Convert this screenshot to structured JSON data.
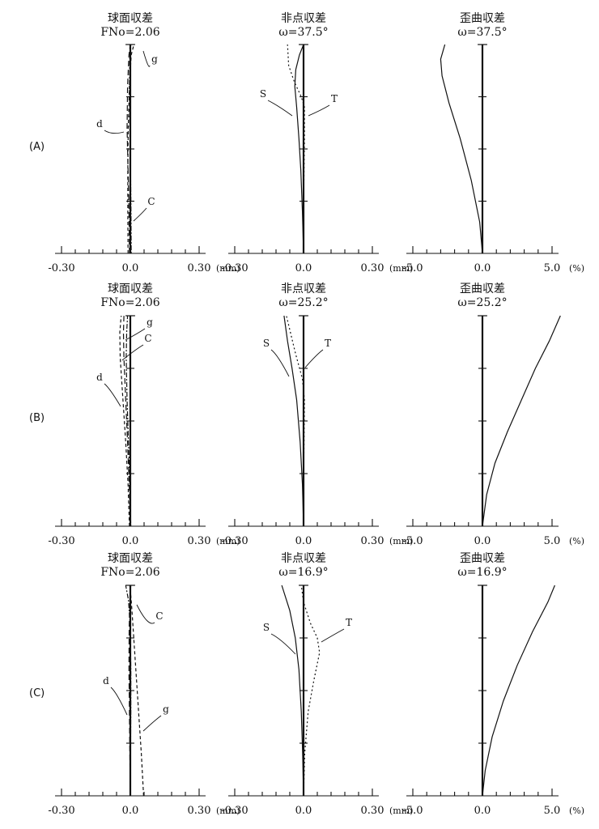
{
  "figure": {
    "rows": [
      {
        "label": "(A)"
      },
      {
        "label": "(B)"
      },
      {
        "label": "(C)"
      }
    ],
    "column_titles": [
      "球面収差",
      "非点収差",
      "歪曲収差"
    ],
    "units": {
      "mm": "(mm)",
      "pct": "(%)"
    }
  },
  "chart_data": [
    {
      "type": "line",
      "row": "(A)",
      "title": "球面収差",
      "subtitle": "FNo=2.06",
      "xlim": [
        -0.3,
        0.3
      ],
      "xticks": [
        "-0.30",
        "0.0",
        "0.30"
      ],
      "xunit": "(mm)",
      "series": [
        {
          "name": "d",
          "x": [
            -0.004,
            -0.006,
            -0.01,
            -0.014,
            -0.012,
            -0.006,
            0.0
          ],
          "y": [
            0.0,
            0.2,
            0.4,
            0.6,
            0.8,
            0.95,
            1.0
          ]
        },
        {
          "name": "C",
          "x": [
            0.004,
            0.003,
            0.001,
            -0.002,
            -0.004,
            -0.002,
            0.002
          ],
          "y": [
            0.0,
            0.2,
            0.4,
            0.6,
            0.8,
            0.95,
            1.0
          ]
        },
        {
          "name": "g",
          "x": [
            -0.01,
            -0.011,
            -0.011,
            -0.009,
            -0.004,
            0.004,
            0.016
          ],
          "y": [
            0.0,
            0.2,
            0.4,
            0.6,
            0.8,
            0.95,
            1.0
          ]
        }
      ]
    },
    {
      "type": "line",
      "row": "(A)",
      "title": "非点収差",
      "subtitle": "ω=37.5°",
      "xlim": [
        -0.3,
        0.3
      ],
      "xticks": [
        "-0.30",
        "0.0",
        "0.30"
      ],
      "xunit": "(mm)",
      "series": [
        {
          "name": "S",
          "x": [
            0.0,
            -0.005,
            -0.012,
            -0.02,
            -0.03,
            -0.038,
            -0.034,
            -0.018,
            0.0
          ],
          "y": [
            0.0,
            0.2,
            0.4,
            0.55,
            0.7,
            0.8,
            0.88,
            0.95,
            1.0
          ]
        },
        {
          "name": "T",
          "x": [
            0.0,
            0.0,
            0.002,
            0.004,
            0.004,
            -0.01,
            -0.04,
            -0.065,
            -0.07
          ],
          "y": [
            0.0,
            0.2,
            0.4,
            0.55,
            0.7,
            0.75,
            0.82,
            0.9,
            1.0
          ]
        }
      ]
    },
    {
      "type": "line",
      "row": "(A)",
      "title": "歪曲収差",
      "subtitle": "ω=37.5°",
      "xlim": [
        -5.0,
        5.0
      ],
      "xticks": [
        "-5.0",
        "0.0",
        "5.0"
      ],
      "xunit": "(%)",
      "series": [
        {
          "name": "",
          "x": [
            0.0,
            -0.2,
            -0.8,
            -1.6,
            -2.4,
            -2.9,
            -3.0,
            -2.7
          ],
          "y": [
            0.0,
            0.15,
            0.35,
            0.55,
            0.72,
            0.85,
            0.93,
            1.0
          ]
        }
      ]
    },
    {
      "type": "line",
      "row": "(B)",
      "title": "球面収差",
      "subtitle": "FNo=2.06",
      "xlim": [
        -0.3,
        0.3
      ],
      "xticks": [
        "-0.30",
        "0.0",
        "0.30"
      ],
      "xunit": "(mm)",
      "series": [
        {
          "name": "d",
          "x": [
            0.0,
            -0.005,
            -0.012,
            -0.02,
            -0.028,
            -0.03,
            -0.028
          ],
          "y": [
            0.0,
            0.2,
            0.4,
            0.6,
            0.8,
            0.92,
            1.0
          ]
        },
        {
          "name": "C",
          "x": [
            0.002,
            -0.002,
            -0.008,
            -0.014,
            -0.018,
            -0.016,
            -0.012
          ],
          "y": [
            0.0,
            0.2,
            0.4,
            0.6,
            0.8,
            0.92,
            1.0
          ]
        },
        {
          "name": "g",
          "x": [
            -0.004,
            -0.01,
            -0.02,
            -0.032,
            -0.044,
            -0.046,
            -0.04
          ],
          "y": [
            0.0,
            0.2,
            0.4,
            0.6,
            0.8,
            0.92,
            1.0
          ]
        }
      ]
    },
    {
      "type": "line",
      "row": "(B)",
      "title": "非点収差",
      "subtitle": "ω=25.2°",
      "xlim": [
        -0.3,
        0.3
      ],
      "xticks": [
        "-0.30",
        "0.0",
        "0.30"
      ],
      "xunit": "(mm)",
      "series": [
        {
          "name": "S",
          "x": [
            0.0,
            -0.005,
            -0.015,
            -0.03,
            -0.05,
            -0.07,
            -0.085
          ],
          "y": [
            0.0,
            0.2,
            0.4,
            0.6,
            0.75,
            0.88,
            1.0
          ]
        },
        {
          "name": "T",
          "x": [
            0.0,
            0.0,
            0.002,
            0.004,
            -0.005,
            -0.035,
            -0.075
          ],
          "y": [
            0.0,
            0.2,
            0.4,
            0.6,
            0.7,
            0.82,
            1.0
          ]
        }
      ]
    },
    {
      "type": "line",
      "row": "(B)",
      "title": "歪曲収差",
      "subtitle": "ω=25.2°",
      "xlim": [
        -5.0,
        5.0
      ],
      "xticks": [
        "-5.0",
        "0.0",
        "5.0"
      ],
      "xunit": "(%)",
      "series": [
        {
          "name": "",
          "x": [
            0.0,
            0.3,
            0.9,
            1.8,
            2.8,
            3.8,
            4.8,
            5.6
          ],
          "y": [
            0.0,
            0.15,
            0.3,
            0.45,
            0.6,
            0.75,
            0.88,
            1.0
          ]
        }
      ]
    },
    {
      "type": "line",
      "row": "(C)",
      "title": "球面収差",
      "subtitle": "FNo=2.06",
      "xlim": [
        -0.3,
        0.3
      ],
      "xticks": [
        "-0.30",
        "0.0",
        "0.30"
      ],
      "xunit": "(mm)",
      "series": [
        {
          "name": "d",
          "x": [
            0.0,
            -0.002,
            -0.004,
            -0.006,
            -0.005,
            -0.002,
            0.002
          ],
          "y": [
            0.0,
            0.2,
            0.4,
            0.6,
            0.8,
            0.93,
            1.0
          ]
        },
        {
          "name": "C",
          "x": [
            0.0,
            0.001,
            0.002,
            0.002,
            0.0,
            -0.008,
            -0.02
          ],
          "y": [
            0.0,
            0.2,
            0.4,
            0.6,
            0.8,
            0.93,
            1.0
          ]
        },
        {
          "name": "g",
          "x": [
            0.058,
            0.048,
            0.036,
            0.024,
            0.012,
            0.004,
            -0.002
          ],
          "y": [
            0.0,
            0.2,
            0.4,
            0.6,
            0.8,
            0.93,
            1.0
          ]
        }
      ]
    },
    {
      "type": "line",
      "row": "(C)",
      "title": "非点収差",
      "subtitle": "ω=16.9°",
      "xlim": [
        -0.3,
        0.3
      ],
      "xticks": [
        "-0.30",
        "0.0",
        "0.30"
      ],
      "xunit": "(mm)",
      "series": [
        {
          "name": "S",
          "x": [
            0.0,
            -0.004,
            -0.01,
            -0.02,
            -0.036,
            -0.06,
            -0.095
          ],
          "y": [
            0.0,
            0.2,
            0.4,
            0.6,
            0.75,
            0.88,
            1.0
          ]
        },
        {
          "name": "T",
          "x": [
            0.0,
            0.005,
            0.02,
            0.045,
            0.07,
            0.06,
            0.03,
            0.0,
            -0.01
          ],
          "y": [
            0.0,
            0.2,
            0.4,
            0.55,
            0.68,
            0.75,
            0.82,
            0.92,
            1.0
          ]
        }
      ]
    },
    {
      "type": "line",
      "row": "(C)",
      "title": "歪曲収差",
      "subtitle": "ω=16.9°",
      "xlim": [
        -5.0,
        5.0
      ],
      "xticks": [
        "-5.0",
        "0.0",
        "5.0"
      ],
      "xunit": "(%)",
      "series": [
        {
          "name": "",
          "x": [
            0.0,
            0.2,
            0.7,
            1.5,
            2.5,
            3.6,
            4.7,
            5.2
          ],
          "y": [
            0.0,
            0.12,
            0.28,
            0.45,
            0.62,
            0.78,
            0.92,
            1.0
          ]
        }
      ]
    }
  ]
}
